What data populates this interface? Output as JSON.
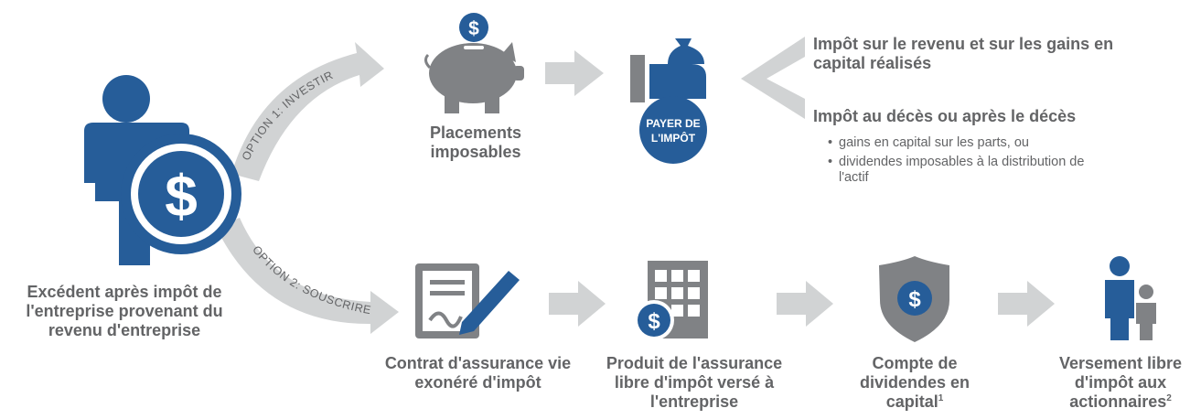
{
  "colors": {
    "blue": "#265d99",
    "grey": "#808285",
    "light_grey": "#d1d3d4",
    "text": "#636466"
  },
  "left": {
    "label": "Excédent après impôt de l'entreprise provenant du revenu d'entreprise"
  },
  "paths": {
    "option1": "OPTION 1: INVESTIR",
    "option2": "OPTION 2: SOUSCRIRE"
  },
  "top_flow": {
    "investments_label": "Placements imposables",
    "pay_tax_badge": {
      "line1": "PAYER DE",
      "line2": "L'IMPÔT"
    },
    "tax_income": "Impôt sur le revenu et sur les gains en capital réalisés",
    "tax_death": "Impôt au décès ou après le décès",
    "tax_death_items": [
      "gains en capital sur les parts, ou",
      "dividendes imposables à la distribution de l'actif"
    ]
  },
  "bottom_flow": {
    "contract_label": "Contrat d'assurance vie exonéré d'impôt",
    "proceeds_label": "Produit de l'assurance libre d'impôt versé à l'entreprise",
    "cda_label": "Compte de dividendes en capital",
    "cda_note": "1",
    "payout_label": "Versement libre d'impôt aux actionnaires",
    "payout_note": "2"
  },
  "icons": [
    "person-with-dollar-coin-icon",
    "piggy-bank-icon",
    "hand-holding-money-bag-icon",
    "signed-contract-icon",
    "office-building-icon",
    "dollar-shield-icon",
    "parent-and-child-icon"
  ]
}
